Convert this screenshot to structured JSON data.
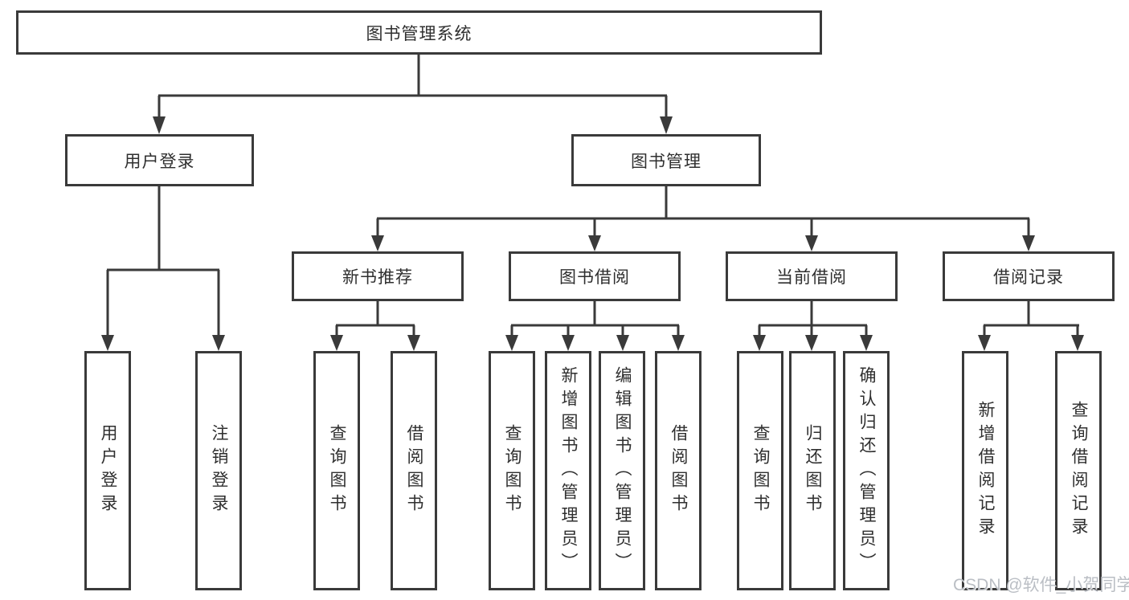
{
  "diagram": {
    "root": "图书管理系统",
    "level2": [
      "用户登录",
      "图书管理"
    ],
    "level3": [
      "新书推荐",
      "图书借阅",
      "当前借阅",
      "借阅记录"
    ],
    "leaves": {
      "user_login": [
        "用户登录",
        "注销登录"
      ],
      "new_book_recommend": [
        "查询图书",
        "借阅图书"
      ],
      "book_borrow": [
        "查询图书",
        "新增图书（管理员）",
        "编辑图书（管理员）",
        "借阅图书"
      ],
      "current_borrow": [
        "查询图书",
        "归还图书",
        "确认归还（管理员）"
      ],
      "borrow_records": [
        "新增借阅记录",
        "查询借阅记录"
      ]
    }
  },
  "watermark": "CSDN @软件_小贺同学",
  "colors": {
    "line": "#3a3a3a",
    "text": "#2f2f2f",
    "background": "#ffffff",
    "watermark": "#b6bac1"
  }
}
